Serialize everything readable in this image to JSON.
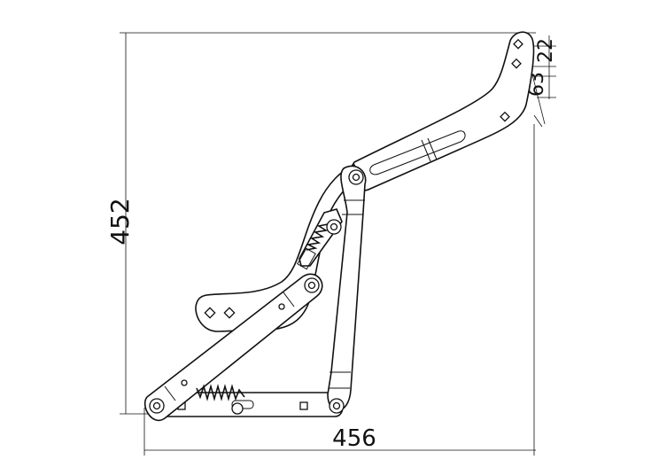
{
  "dimensions": {
    "height": "452",
    "width": "456",
    "offset_top": "22",
    "offset_side": "63"
  },
  "icons": [
    "lift-up-hinge-mechanism-drawing"
  ]
}
